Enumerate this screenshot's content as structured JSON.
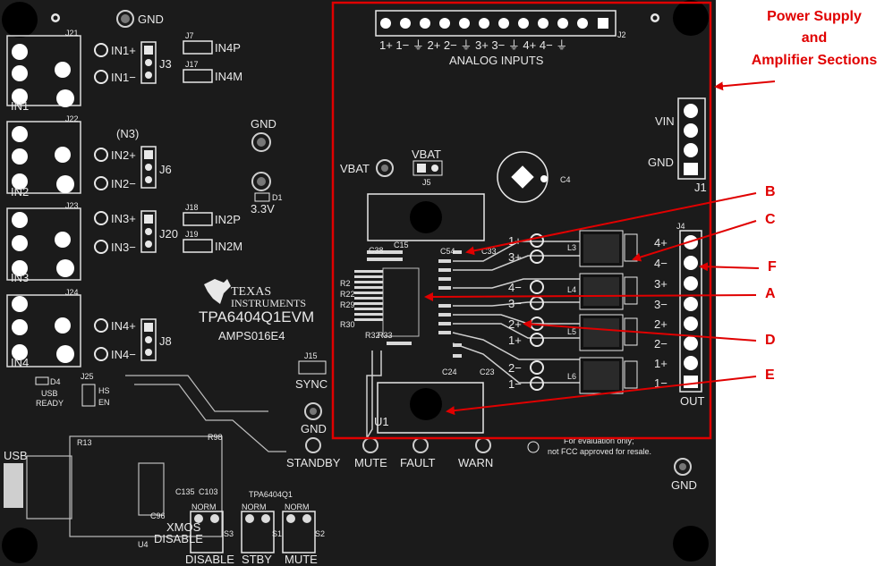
{
  "board": {
    "name": "TPA6404Q1EVM",
    "part_no": "AMPS016E4",
    "logo": [
      "TEXAS",
      "INSTRUMENTS"
    ],
    "disclaimer": [
      "For evaluation only;",
      "not FCC approved for resale."
    ]
  },
  "annotation": {
    "title": [
      "Power Supply",
      "and",
      "Amplifier Sections"
    ],
    "callouts": [
      "A",
      "B",
      "C",
      "D",
      "E",
      "F"
    ],
    "color": "#e00000"
  },
  "connectors": {
    "analog_inputs": "ANALOG INPUTS",
    "analog_pins": "1+ 1−  ⏚ 2+ 2−  ⏚ 3+ 3−  ⏚ 4+ 4−  ⏚",
    "j2": "J2",
    "vin": "VIN",
    "gnd": "GND",
    "j1": "J1",
    "j4": "J4",
    "out": "OUT",
    "out_pins": [
      "4+",
      "4−",
      "3+",
      "3−",
      "2+",
      "2−",
      "1+",
      "1−"
    ]
  },
  "inputs": {
    "ports": [
      "IN1",
      "IN2",
      "IN3",
      "IN4"
    ],
    "jacks": [
      "J21",
      "J22",
      "J23",
      "J24"
    ],
    "in_labels": [
      "IN1+",
      "IN1−",
      "IN2+",
      "IN2−",
      "IN3+",
      "IN3−",
      "IN4+",
      "IN4−"
    ],
    "jumpers": [
      "J3",
      "J6",
      "J20",
      "J8"
    ],
    "n3": "(N3)",
    "sel": [
      "J7",
      "IN4P",
      "J17",
      "IN4M",
      "J18",
      "IN2P",
      "J19",
      "IN2M"
    ]
  },
  "test_points": {
    "gnd": "GND",
    "v33": "3.3V",
    "d1": "D1",
    "vbat": "VBAT",
    "j5": "J5",
    "c4": "C4",
    "sync": "SYNC",
    "j15": "J15",
    "standby": "STANDBY",
    "mute": "MUTE",
    "fault": "FAULT",
    "warn": "WARN",
    "d4": "D4",
    "usb_ready": [
      "USB",
      "READY"
    ],
    "j25": "J25",
    "hs": "HS",
    "en": "EN",
    "usb": "USB"
  },
  "switches": {
    "norm": "NORM",
    "xmos": [
      "XMOS",
      "DISABLE"
    ],
    "disable": "DISABLE",
    "stby": "STBY",
    "mute": "MUTE",
    "tpa": "TPA6404Q1",
    "s": [
      "S3",
      "S1",
      "S2"
    ]
  },
  "inductors": [
    "L3",
    "L4",
    "L5",
    "L6"
  ],
  "amp_labels": [
    "1+",
    "3+",
    "4−",
    "3−",
    "2+",
    "1+",
    "2−",
    "1−"
  ],
  "ic_refs": [
    "C15",
    "C38",
    "C54",
    "C33",
    "C24",
    "C23",
    "R2",
    "R22",
    "R29",
    "R30",
    "R32",
    "R33",
    "U1"
  ],
  "usb_refs": [
    "R13",
    "R98",
    "C135",
    "C103",
    "C96",
    "U4"
  ]
}
